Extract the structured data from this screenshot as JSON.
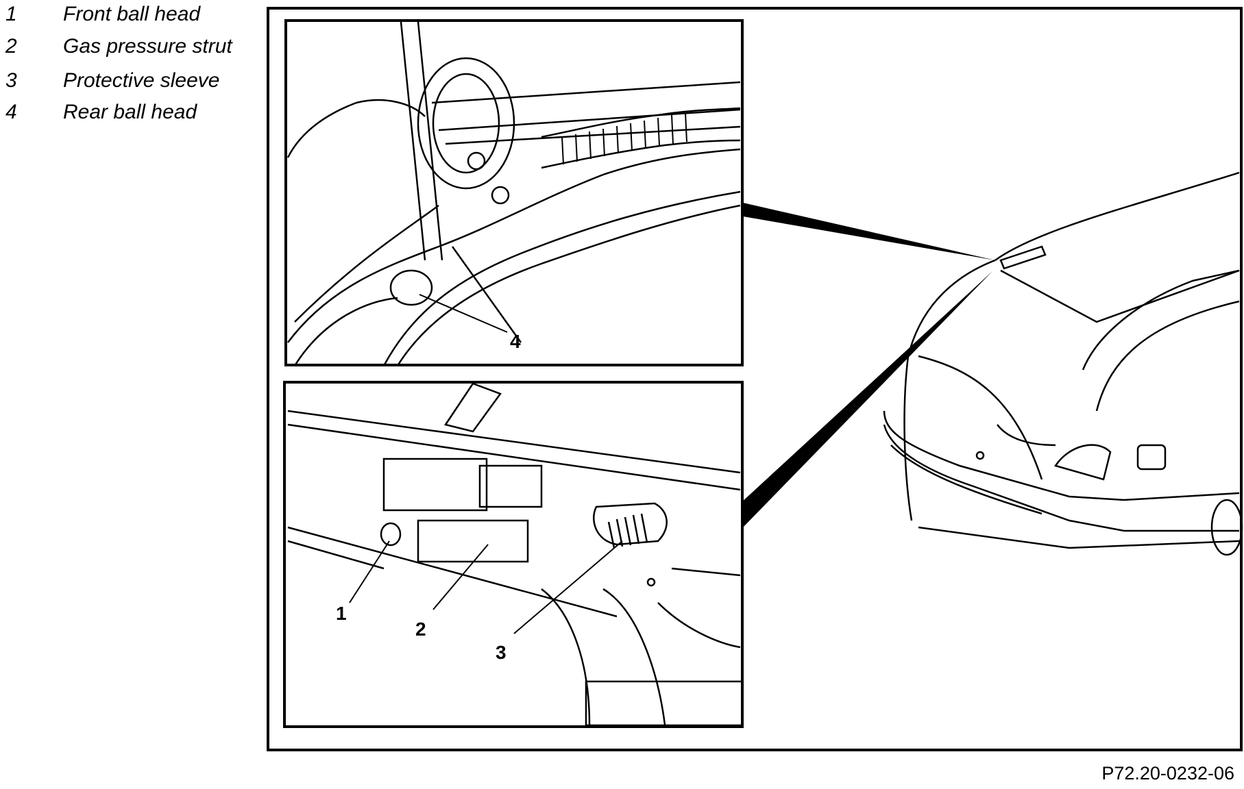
{
  "legend": [
    {
      "number": "1",
      "label": "Front ball head"
    },
    {
      "number": "2",
      "label": "Gas pressure strut"
    },
    {
      "number": "3",
      "label": "Protective sleeve"
    },
    {
      "number": "4",
      "label": "Rear ball head"
    }
  ],
  "callouts": {
    "front_ball_head": "1",
    "gas_pressure_strut": "2",
    "protective_sleeve": "3",
    "rear_ball_head": "4"
  },
  "figure_code": "P72.20-0232-06"
}
